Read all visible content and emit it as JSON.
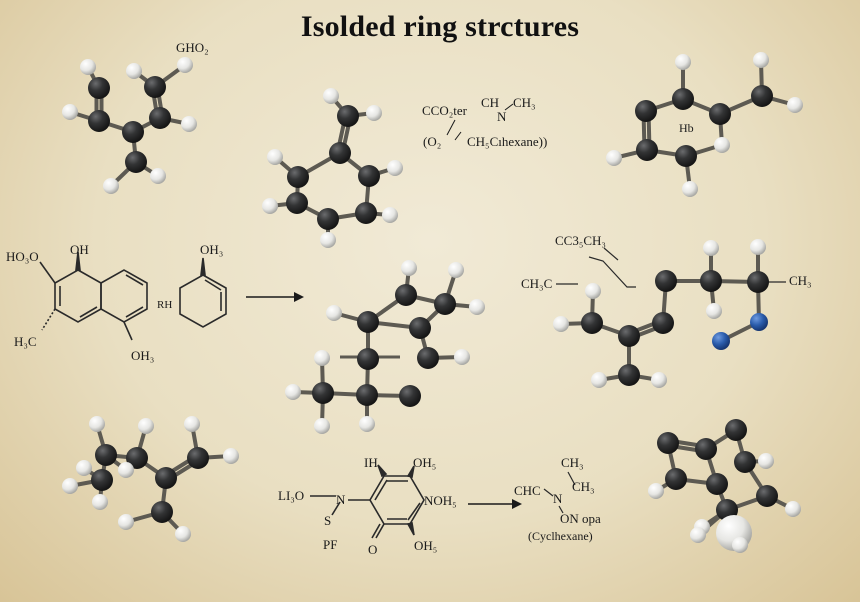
{
  "title": "Isolded ring strctures",
  "colors": {
    "background": "#ebe1c6",
    "carbon": "#333435",
    "hydrogen": "#e8e8e6",
    "nitrogen": "#2a5cab",
    "bond": "#5a5750",
    "text": "#1a1a1a"
  },
  "labels": {
    "ghO2": "GHO₂",
    "cco_ster": "CCO₂ter",
    "o2_paren": "(O₂",
    "ch": "CH",
    "ch3_top": "CH₃",
    "n_top": "N",
    "cyclohexane_top": "CH₅Cıhexane))",
    "hb": "Hb",
    "ho3o": "HO₃O",
    "oh_naph": "OH",
    "h3c_naph": "H₃C",
    "oh3_naph": "OH₃",
    "rh": "RH",
    "oh3_cyc": "OH₃",
    "cc3ch3": "CC3₅CH₃",
    "ch3c": "CH₃C",
    "ch3_right": "CH₃",
    "li3o": "LI₃O",
    "n_pyr": "N",
    "s_pyr": "S",
    "pf": "PF",
    "ih": "IH",
    "oh5_a": "OH₅",
    "noh5": "NOH₅",
    "o_pyr": "O",
    "oh5_b": "OH₅",
    "chc": "CHC",
    "ch3_a": "CH₃",
    "ch3_b": "CH₃",
    "n_amine": "N",
    "on_opa": "ON opa",
    "cyclohexane_bottom": "(Cyclhexane)"
  },
  "arrows": [
    {
      "name": "middle-reaction-arrow",
      "direction": "right"
    },
    {
      "name": "bottom-reaction-arrow",
      "direction": "right"
    }
  ]
}
